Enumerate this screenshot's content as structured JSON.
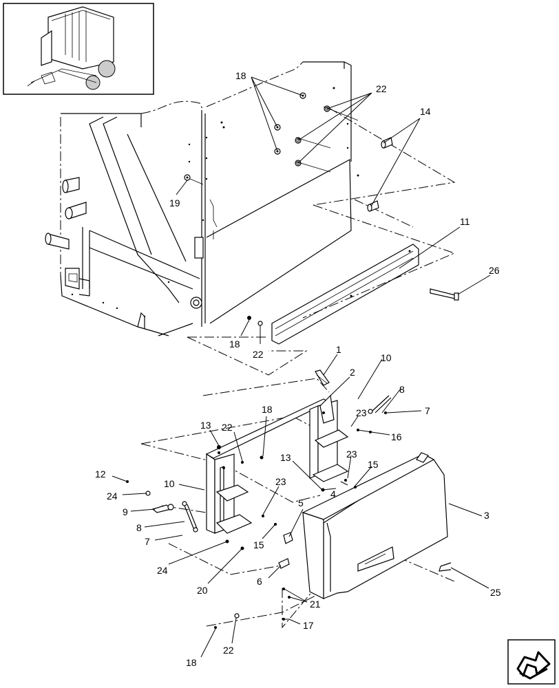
{
  "callouts": [
    {
      "id": "c1",
      "label": "1"
    },
    {
      "id": "c2",
      "label": "2"
    },
    {
      "id": "c3",
      "label": "3"
    },
    {
      "id": "c4",
      "label": "4"
    },
    {
      "id": "c5",
      "label": "5"
    },
    {
      "id": "c6",
      "label": "6"
    },
    {
      "id": "c7a",
      "label": "7"
    },
    {
      "id": "c7b",
      "label": "7"
    },
    {
      "id": "c8a",
      "label": "8"
    },
    {
      "id": "c8b",
      "label": "8"
    },
    {
      "id": "c9",
      "label": "9"
    },
    {
      "id": "c10a",
      "label": "10"
    },
    {
      "id": "c10b",
      "label": "10"
    },
    {
      "id": "c11",
      "label": "11"
    },
    {
      "id": "c12",
      "label": "12"
    },
    {
      "id": "c13a",
      "label": "13"
    },
    {
      "id": "c13b",
      "label": "13"
    },
    {
      "id": "c14",
      "label": "14"
    },
    {
      "id": "c15a",
      "label": "15"
    },
    {
      "id": "c15b",
      "label": "15"
    },
    {
      "id": "c16",
      "label": "16"
    },
    {
      "id": "c17",
      "label": "17"
    },
    {
      "id": "c18a",
      "label": "18"
    },
    {
      "id": "c18b",
      "label": "18"
    },
    {
      "id": "c18c",
      "label": "18"
    },
    {
      "id": "c18d",
      "label": "18"
    },
    {
      "id": "c19",
      "label": "19"
    },
    {
      "id": "c20",
      "label": "20"
    },
    {
      "id": "c21",
      "label": "21"
    },
    {
      "id": "c22a",
      "label": "22"
    },
    {
      "id": "c22b",
      "label": "22"
    },
    {
      "id": "c22c",
      "label": "22"
    },
    {
      "id": "c22d",
      "label": "22"
    },
    {
      "id": "c23a",
      "label": "23"
    },
    {
      "id": "c23b",
      "label": "23"
    },
    {
      "id": "c23c",
      "label": "23"
    },
    {
      "id": "c24a",
      "label": "24"
    },
    {
      "id": "c24b",
      "label": "24"
    },
    {
      "id": "c25",
      "label": "25"
    },
    {
      "id": "c26",
      "label": "26"
    }
  ],
  "icons": {
    "thumbnail": "baler-thumbnail-icon",
    "navigation": "next-page-arrow-icon"
  }
}
